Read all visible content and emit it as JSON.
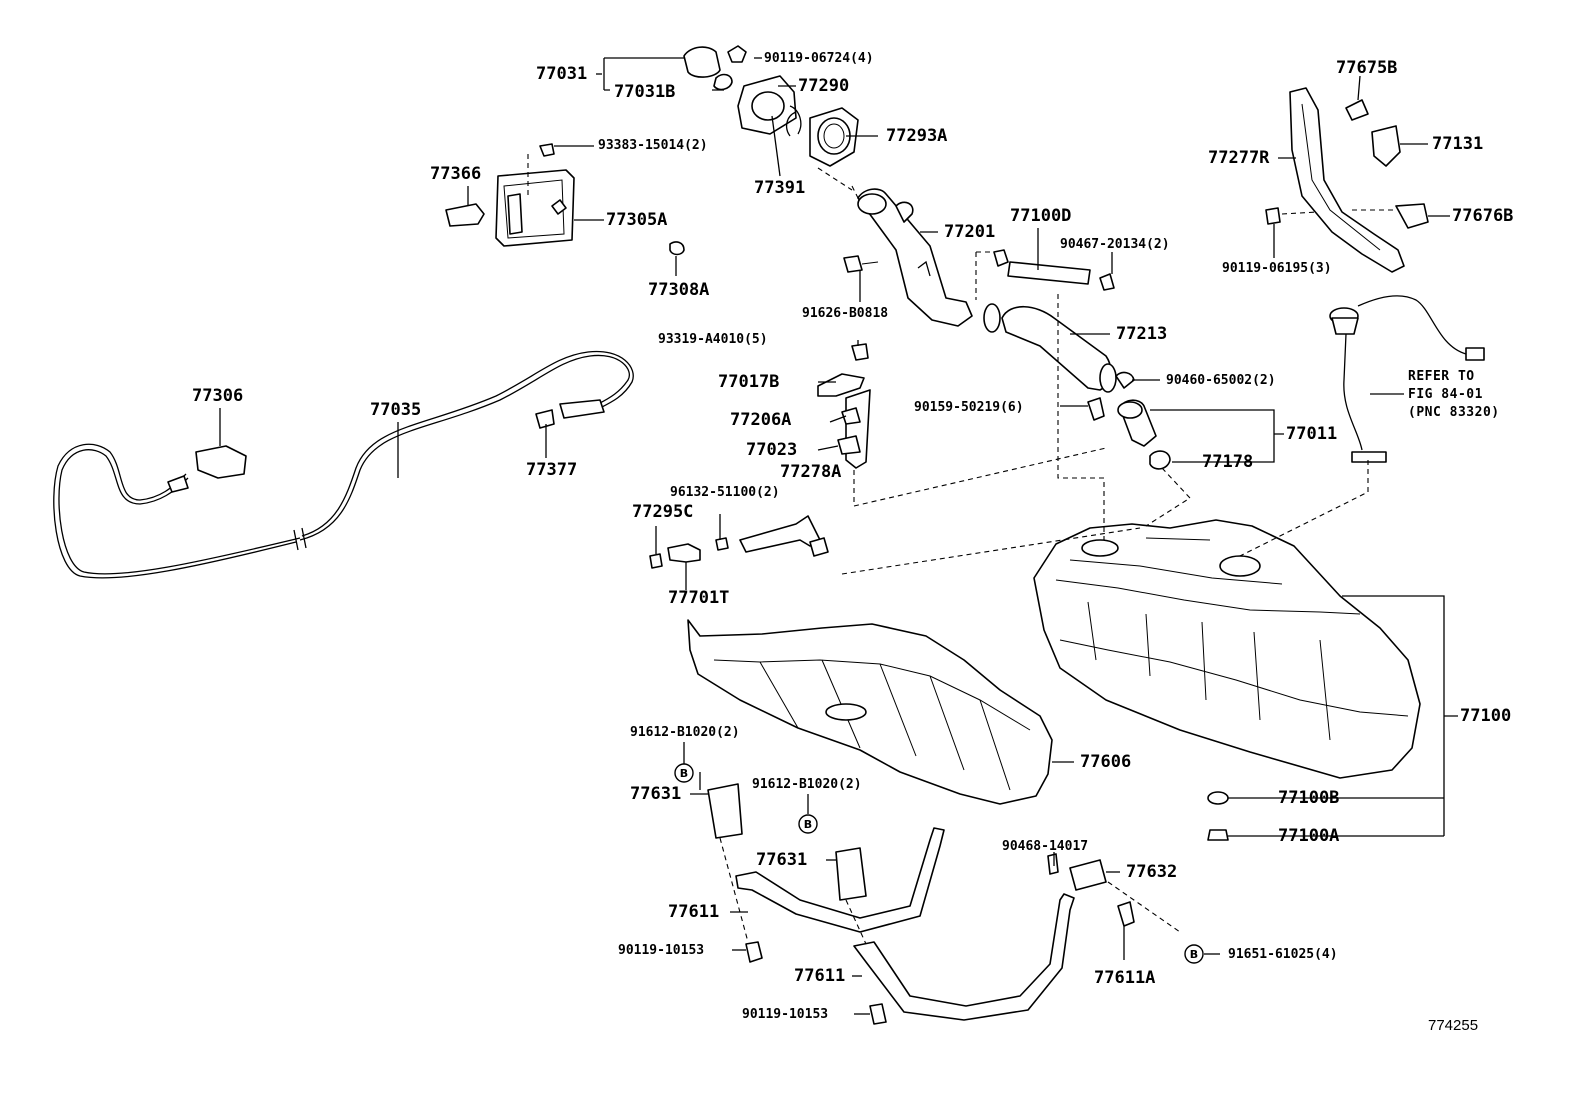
{
  "figure_number": "774255",
  "reference_note": [
    "REFER TO",
    "FIG 84-01",
    "(PNC 83320)"
  ],
  "parts": {
    "p77031": "77031",
    "p77031B": "77031B",
    "p90119_06724": "90119-06724(4)",
    "p77290": "77290",
    "p77293A": "77293A",
    "p77391": "77391",
    "p93383": "93383-15014(2)",
    "p77366": "77366",
    "p77305A": "77305A",
    "p77308A": "77308A",
    "p77201": "77201",
    "p77100D": "77100D",
    "p90467": "90467-20134(2)",
    "p91626": "91626-B0818",
    "p77213": "77213",
    "p93319": "93319-A4010(5)",
    "p77017B": "77017B",
    "p90460": "90460-65002(2)",
    "p90159": "90159-50219(6)",
    "p77206A": "77206A",
    "p77011": "77011",
    "p77023": "77023",
    "p77178": "77178",
    "p77278A": "77278A",
    "p96132": "96132-51100(2)",
    "p77295C": "77295C",
    "p77701T": "77701T",
    "p77306": "77306",
    "p77035": "77035",
    "p77377": "77377",
    "p77675B": "77675B",
    "p77277R": "77277R",
    "p77131": "77131",
    "p77676B": "77676B",
    "p90119_06195": "90119-06195(3)",
    "p77100": "77100",
    "p77606": "77606",
    "p91612_a": "91612-B1020(2)",
    "p77631_a": "77631",
    "p91612_b": "91612-B1020(2)",
    "p77631_b": "77631",
    "p77611_a": "77611",
    "p90119_10153_a": "90119-10153",
    "p77611_b": "77611",
    "p90119_10153_b": "90119-10153",
    "p90468": "90468-14017",
    "p77632": "77632",
    "p77611A": "77611A",
    "p91651": "91651-61025(4)",
    "p77100B": "77100B",
    "p77100A": "77100A"
  },
  "bolt_marker": "B"
}
